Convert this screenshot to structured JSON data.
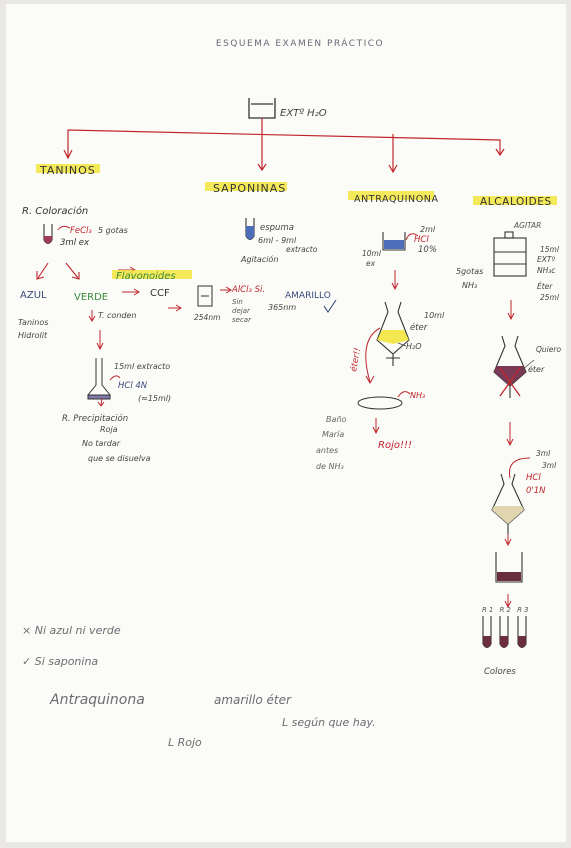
{
  "title": "ESQUEMA EXAMEN PRÁCTICO",
  "root": {
    "label": "EXTº H₂O"
  },
  "taninos": {
    "heading": "TANINOS",
    "coloracion": "R. Coloración",
    "fecl3": "FeCl₃",
    "gotas": "5 gotas",
    "ml_ex": "3ml ex",
    "azul": "AZUL",
    "verde": "VERDE",
    "taninos_hidrolit_1": "Taninos",
    "taninos_hidrolit_2": "Hidrolit",
    "t_conden": "T. conden",
    "ml_extracto": "15ml extracto",
    "hcl": "HCl 4N",
    "hcl_ml": "(≈15ml)",
    "precipitacion": "R. Precipitación",
    "roja": "Roja",
    "no_tardar": "No tardar",
    "se_disuelva": "que se disuelva"
  },
  "flavonoides": {
    "heading": "Flavonoides",
    "ccf": "CCF",
    "nm254": "254nm",
    "alcl3": "AlCl₃ Si.",
    "amarillo": "AMARILLO",
    "nm365": "365nm",
    "sin_dejar_1": "Sin",
    "sin_dejar_2": "dejar",
    "sin_dejar_3": "secar"
  },
  "saponinas": {
    "heading": "SAPONINAS",
    "espuma": "espuma",
    "ml": "6ml - 9ml",
    "extracto": "extracto",
    "agitacion": "Agitación"
  },
  "antraquinona": {
    "heading": "ANTRAQUINONA",
    "ml2": "2ml",
    "hcl": "HCl",
    "pct": "10%",
    "ml10": "10ml",
    "ex": "ex",
    "ml10_eter": "10ml",
    "eter": "éter",
    "h2o": "H₂O",
    "eter_side": "éter!!",
    "nh3": "NH₃",
    "bano_1": "Baño",
    "bano_2": "María",
    "bano_3": "antes",
    "bano_4": "de NH₃",
    "rojo": "Rojo!!!"
  },
  "alcaloides": {
    "heading": "ALCALOIDES",
    "agitar": "AGITAR",
    "ml15": "15ml",
    "extº": "EXTº",
    "nh3c": "NH₃c",
    "eter": "Éter",
    "ml25": "25ml",
    "gotas": "5gotas",
    "nh3": "NH₃",
    "quiero": "Quiero",
    "eter2": "éter",
    "ml3a": "3ml",
    "ml3b": "3ml",
    "hcl": "HCl",
    "n": "0'1N",
    "r_labels": "R1  R2  R3",
    "colores": "Colores"
  },
  "notes": {
    "line1": "× Ni azul ni verde",
    "line2": "✓ Si saponina",
    "line3a": "Antraquinona",
    "line3b": "amarillo éter",
    "line4a": "L Rojo",
    "line4b": "L según que hay."
  },
  "colors": {
    "red": "#c0272d",
    "ink": "#3a4a7a",
    "green": "#3a8a3a",
    "highlight": "#f2e53d",
    "pencil": "#6c6c74"
  }
}
